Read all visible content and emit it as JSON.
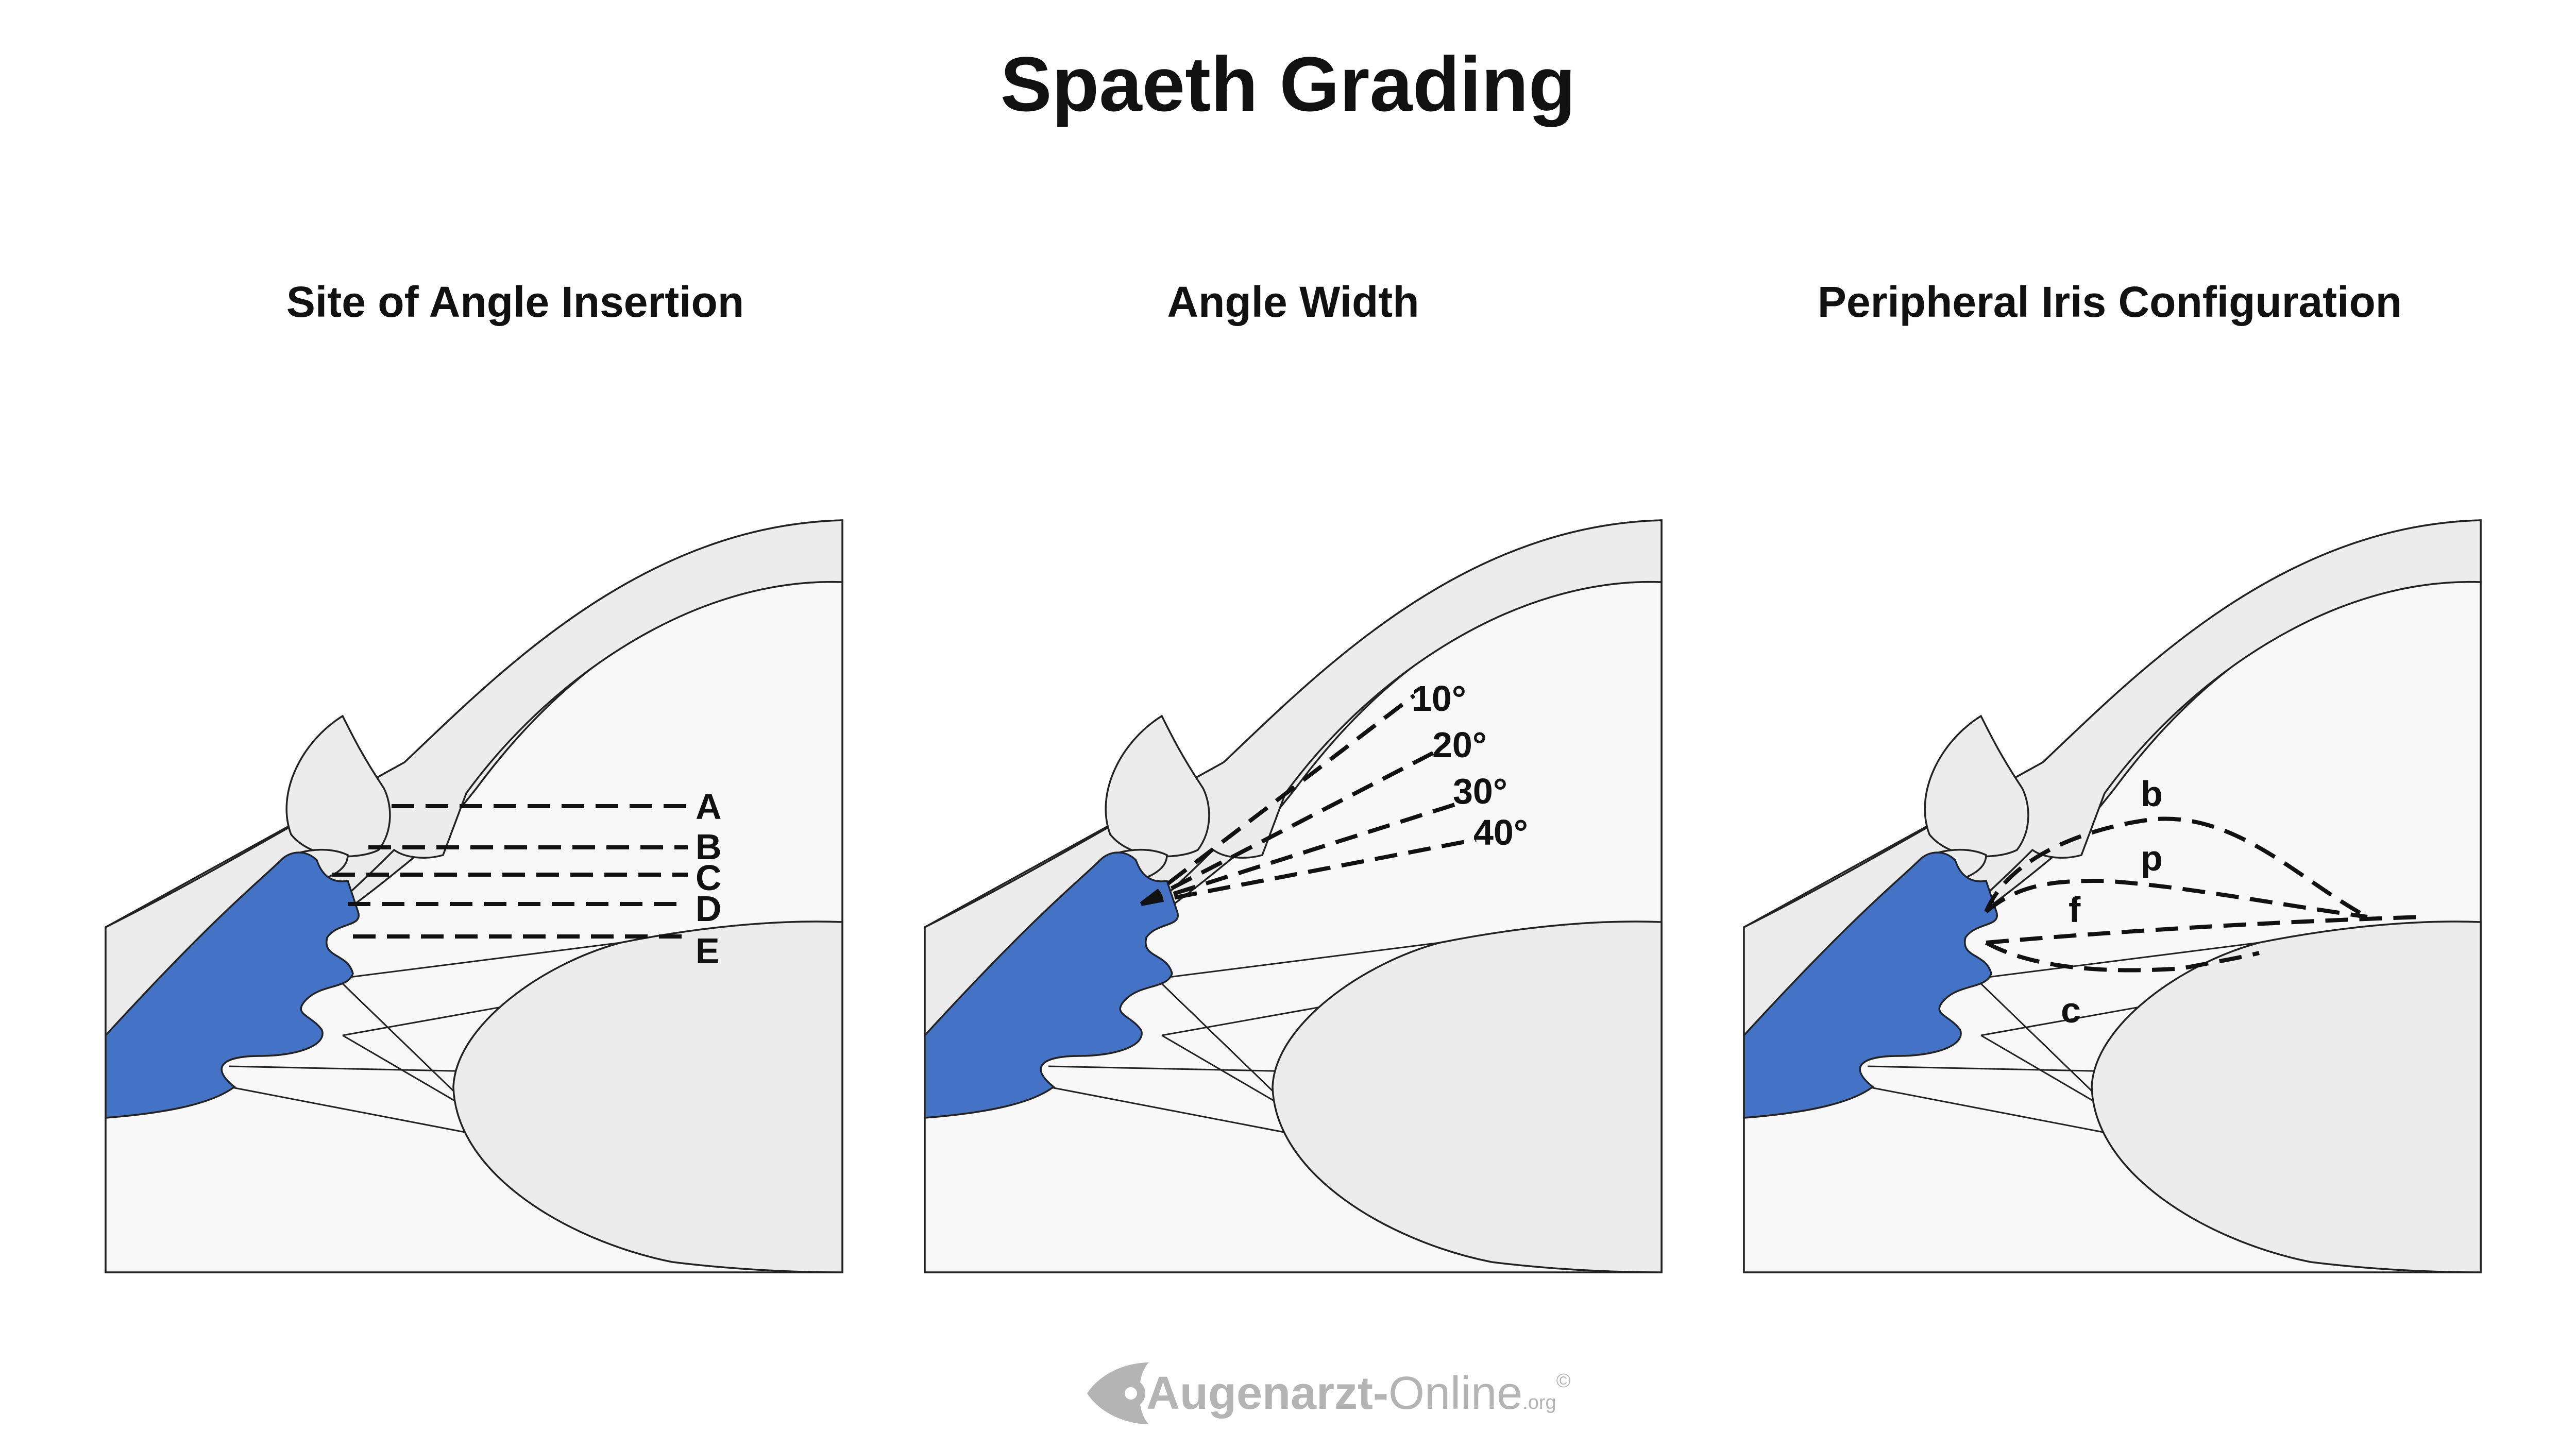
{
  "title": "Spaeth Grading",
  "colors": {
    "iris": "#4472c4",
    "cornea": "#ececec",
    "chamber": "#f8f8f8",
    "lens": "#ececec",
    "line": "#111111",
    "watermark": "#b4b4b4"
  },
  "panels": [
    {
      "title": "Site of Angle Insertion",
      "labels": [
        "A",
        "B",
        "C",
        "D",
        "E"
      ]
    },
    {
      "title": "Angle Width",
      "labels": [
        "10°",
        "20°",
        "30°",
        "40°"
      ]
    },
    {
      "title": "Peripheral Iris Configuration",
      "labels": [
        "b",
        "p",
        "f",
        "c"
      ]
    }
  ],
  "watermark": {
    "brand": "Augenarzt",
    "dash": "-",
    "suffix": "Online",
    "tld": ".org",
    "copyright": "©",
    "logo_icon": "eye-logo-icon"
  }
}
